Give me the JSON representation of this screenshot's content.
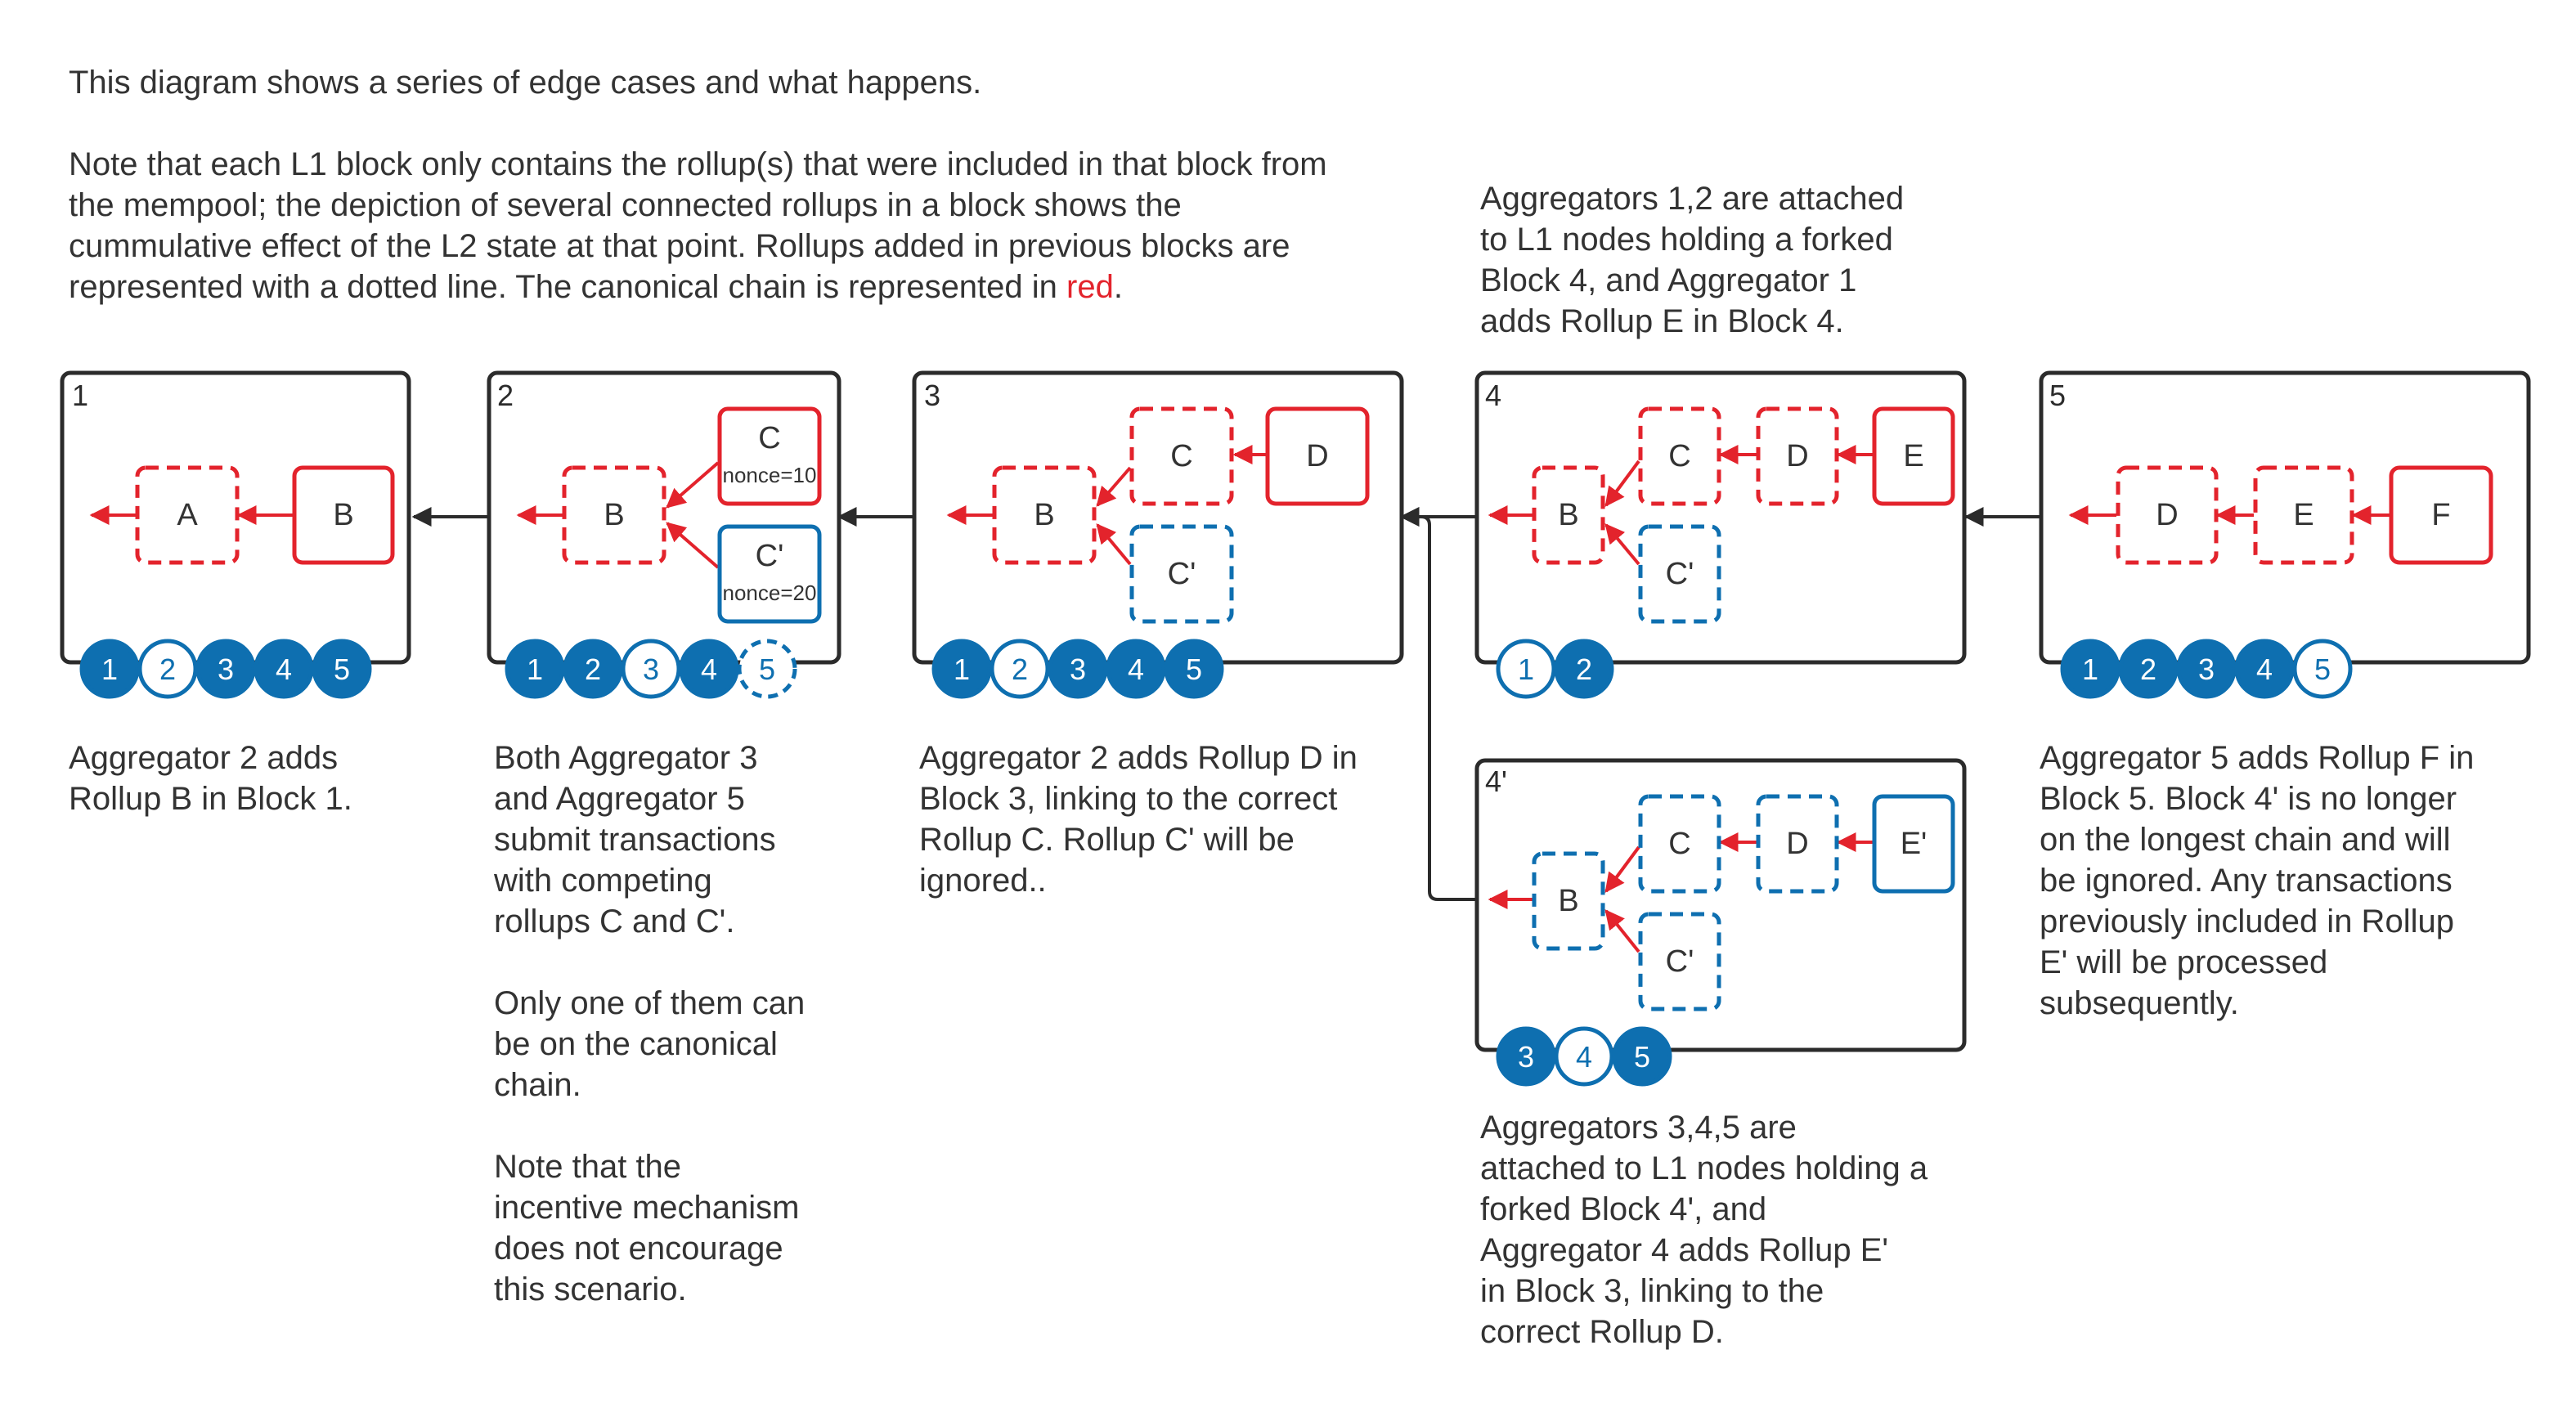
{
  "intro": {
    "line1": "This diagram shows a series of edge cases  and what happens.",
    "note_before_red": "Note that each L1 block only contains the rollup(s) that were included in that block from\nthe mempool; the depiction of several connected rollups in a block shows the\ncummulative effect of the L2 state at that point. Rollups added in previous blocks are\nrepresented with a dotted line. The canonical chain is represented in ",
    "note_red_word": "red",
    "note_after_red": "."
  },
  "captions": {
    "block1": "Aggregator 2 adds\nRollup B in Block 1.",
    "block2": "Both Aggregator 3\nand Aggregator 5\nsubmit transactions\nwith competing\nrollups C and C'.\n\nOnly one of them can\nbe on the canonical\nchain.\n\nNote that the\nincentive mechanism\ndoes not encourage\nthis scenario.",
    "block3": "Aggregator 2 adds Rollup D in\nBlock 3, linking to the correct\nRollup C. Rollup C' will be\nignored..",
    "block4_top": "Aggregators 1,2 are attached\nto L1 nodes holding a forked\nBlock 4, and Aggregator 1\nadds Rollup E in Block 4.",
    "block4_prime": "Aggregators 3,4,5 are\nattached to L1 nodes holding a\nforked Block 4', and\nAggregator 4  adds Rollup E'\nin Block 3, linking to the\ncorrect Rollup D.",
    "block5": "Aggregator 5 adds Rollup F in\nBlock 5. Block 4' is no longer\non the longest chain and will\nbe ignored. Any transactions\npreviously included in Rollup\nE' will be processed\nsubsequently."
  },
  "colors": {
    "red": "#e3232c",
    "blue": "#0e6fb0",
    "frame": "#2b2b2b",
    "text": "#333333"
  },
  "blocks": [
    {
      "label": "1",
      "rollups": [
        {
          "label": "A",
          "color": "red",
          "style": "dashed"
        },
        {
          "label": "B",
          "color": "red",
          "style": "solid"
        }
      ],
      "aggregators": [
        {
          "label": "1",
          "state": "filled"
        },
        {
          "label": "2",
          "state": "outline"
        },
        {
          "label": "3",
          "state": "filled"
        },
        {
          "label": "4",
          "state": "filled"
        },
        {
          "label": "5",
          "state": "filled"
        }
      ]
    },
    {
      "label": "2",
      "rollups": [
        {
          "label": "B",
          "color": "red",
          "style": "dashed"
        },
        {
          "label": "C",
          "sub": "nonce=10",
          "color": "red",
          "style": "solid"
        },
        {
          "label": "C'",
          "sub": "nonce=20",
          "color": "blue",
          "style": "solid"
        }
      ],
      "aggregators": [
        {
          "label": "1",
          "state": "filled"
        },
        {
          "label": "2",
          "state": "filled"
        },
        {
          "label": "3",
          "state": "outline"
        },
        {
          "label": "4",
          "state": "filled"
        },
        {
          "label": "5",
          "state": "dashed"
        }
      ]
    },
    {
      "label": "3",
      "rollups": [
        {
          "label": "B",
          "color": "red",
          "style": "dashed"
        },
        {
          "label": "C",
          "color": "red",
          "style": "dashed"
        },
        {
          "label": "C'",
          "color": "blue",
          "style": "dashed"
        },
        {
          "label": "D",
          "color": "red",
          "style": "solid"
        }
      ],
      "aggregators": [
        {
          "label": "1",
          "state": "filled"
        },
        {
          "label": "2",
          "state": "outline"
        },
        {
          "label": "3",
          "state": "filled"
        },
        {
          "label": "4",
          "state": "filled"
        },
        {
          "label": "5",
          "state": "filled"
        }
      ]
    },
    {
      "label": "4",
      "rollups": [
        {
          "label": "B",
          "color": "red",
          "style": "dashed"
        },
        {
          "label": "C",
          "color": "red",
          "style": "dashed"
        },
        {
          "label": "D",
          "color": "red",
          "style": "dashed"
        },
        {
          "label": "E",
          "color": "red",
          "style": "solid"
        },
        {
          "label": "C'",
          "color": "blue",
          "style": "dashed"
        }
      ],
      "aggregators": [
        {
          "label": "1",
          "state": "outline"
        },
        {
          "label": "2",
          "state": "filled"
        }
      ]
    },
    {
      "label": "4'",
      "rollups": [
        {
          "label": "B",
          "color": "blue",
          "style": "dashed"
        },
        {
          "label": "C",
          "color": "blue",
          "style": "dashed"
        },
        {
          "label": "D",
          "color": "blue",
          "style": "dashed"
        },
        {
          "label": "E'",
          "color": "blue",
          "style": "solid"
        },
        {
          "label": "C'",
          "color": "blue",
          "style": "dashed"
        }
      ],
      "aggregators": [
        {
          "label": "3",
          "state": "filled"
        },
        {
          "label": "4",
          "state": "outline"
        },
        {
          "label": "5",
          "state": "filled"
        }
      ]
    },
    {
      "label": "5",
      "rollups": [
        {
          "label": "D",
          "color": "red",
          "style": "dashed"
        },
        {
          "label": "E",
          "color": "red",
          "style": "dashed"
        },
        {
          "label": "F",
          "color": "red",
          "style": "solid"
        }
      ],
      "aggregators": [
        {
          "label": "1",
          "state": "filled"
        },
        {
          "label": "2",
          "state": "filled"
        },
        {
          "label": "3",
          "state": "filled"
        },
        {
          "label": "4",
          "state": "filled"
        },
        {
          "label": "5",
          "state": "outline"
        }
      ]
    }
  ]
}
